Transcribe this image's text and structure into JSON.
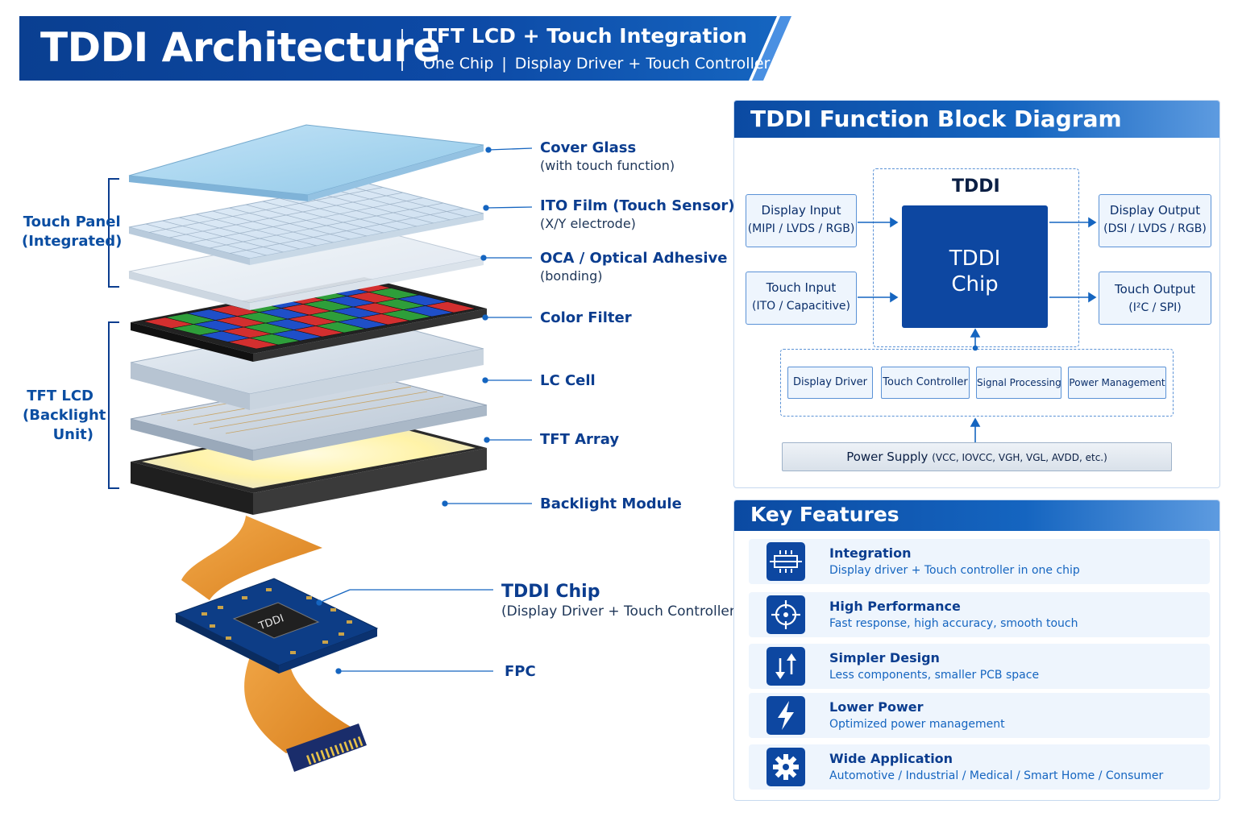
{
  "header": {
    "title": "TDDI Architecture",
    "subtitle": "TFT LCD + Touch Integration",
    "tagline_a": "One Chip",
    "tagline_sep": "|",
    "tagline_b": "Display Driver + Touch Controller"
  },
  "stack": {
    "groups": {
      "touch_panel": [
        "Touch Panel",
        "(Integrated)"
      ],
      "tft_lcd": [
        "TFT LCD",
        "(Backlight",
        "Unit)"
      ]
    },
    "layers": [
      {
        "title": "Cover Glass",
        "sub": "(with touch function)"
      },
      {
        "title": "ITO Film (Touch Sensor)",
        "sub": "(X/Y electrode)"
      },
      {
        "title": "OCA / Optical Adhesive",
        "sub": "(bonding)"
      },
      {
        "title": "Color Filter",
        "sub": ""
      },
      {
        "title": "LC Cell",
        "sub": ""
      },
      {
        "title": "TFT Array",
        "sub": ""
      },
      {
        "title": "Backlight Module",
        "sub": ""
      },
      {
        "title": "TDDI Chip",
        "sub": "(Display Driver + Touch Controller)"
      },
      {
        "title": "FPC",
        "sub": ""
      }
    ],
    "chip_marking": "TDDI"
  },
  "block_diagram": {
    "title": "TDDI Function Block Diagram",
    "tddi_label": "TDDI",
    "chip_line1": "TDDI",
    "chip_line2": "Chip",
    "display_input": {
      "title": "Display Input",
      "sub": "(MIPI / LVDS / RGB)"
    },
    "touch_input": {
      "title": "Touch Input",
      "sub": "(ITO / Capacitive)"
    },
    "display_output": {
      "title": "Display Output",
      "sub": "(DSI / LVDS / RGB)"
    },
    "touch_output": {
      "title": "Touch Output",
      "sub": "(I²C / SPI)"
    },
    "sub_blocks": [
      "Display Driver",
      "Touch Controller",
      "Signal Processing",
      "Power Management"
    ],
    "power_supply": {
      "title": "Power Supply",
      "sub": "(VCC, IOVCC, VGH, VGL, AVDD, etc.)"
    }
  },
  "key_features": {
    "title": "Key  Features",
    "items": [
      {
        "icon": "chip-icon",
        "title": "Integration",
        "desc": "Display driver + Touch controller in one chip"
      },
      {
        "icon": "target-icon",
        "title": "High Performance",
        "desc": "Fast response, high accuracy, smooth touch"
      },
      {
        "icon": "up-down-arrows-icon",
        "title": "Simpler Design",
        "desc": "Less components, smaller PCB space"
      },
      {
        "icon": "lightning-icon",
        "title": "Lower Power",
        "desc": "Optimized power management"
      },
      {
        "icon": "gear-icon",
        "title": "Wide Application",
        "desc": "Automotive / Industrial / Medical / Smart Home / Consumer"
      }
    ]
  },
  "colors": {
    "primary": "#0d47a1",
    "accent": "#1565c0",
    "panel_border": "#c7d9ef",
    "fpc": "#e8962e"
  }
}
